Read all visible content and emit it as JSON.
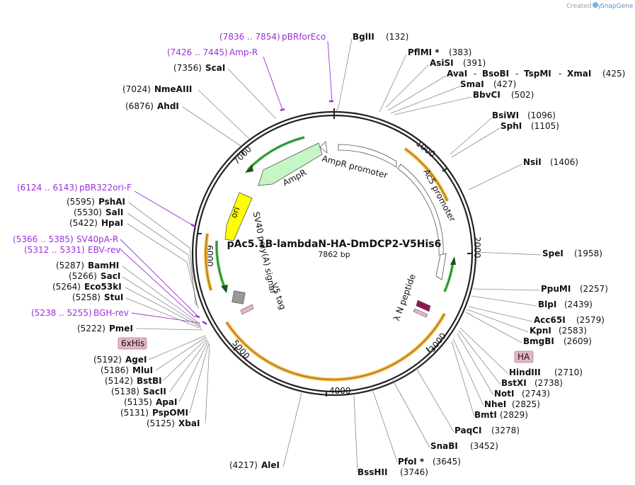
{
  "credit": {
    "text": "Created by",
    "brand": "SnapGene"
  },
  "plasmid": {
    "name": "pAc5.1B-lambdaN-HA-DmDCP2-V5His6",
    "length": "7862 bp"
  },
  "ticks": [
    "1000",
    "2000",
    "3000",
    "4000",
    "5000",
    "6000",
    "7000"
  ],
  "features": {
    "ampr": "AmpR",
    "ampr_promoter": "AmpR promoter",
    "ac5_promoter": "Ac5 promoter",
    "ori": "ori",
    "sv40": "SV40 poly(A) signal",
    "v5tag": "V5 tag",
    "lambdaN": "λ N peptide"
  },
  "badges": {
    "his": "6xHis",
    "ha": "HA"
  },
  "primers": [
    {
      "pos": "(7836 .. 7854)",
      "name": "pBRforEco"
    },
    {
      "pos": "(7426 .. 7445)",
      "name": "Amp-R"
    },
    {
      "pos": "(6124 .. 6143)",
      "name": "pBR322ori-F"
    },
    {
      "pos": "(5366 .. 5385)",
      "name": "SV40pA-R"
    },
    {
      "pos": "(5312 .. 5331)",
      "name": "EBV-rev"
    },
    {
      "pos": "(5238 .. 5255)",
      "name": "BGH-rev"
    }
  ],
  "right_sites": [
    {
      "name": "BglII",
      "pos": "(132)"
    },
    {
      "name": "PflMI *",
      "pos": "(383)"
    },
    {
      "name": "AsiSI",
      "pos": "(391)"
    },
    {
      "name": "AvaI",
      "pos": ""
    },
    {
      "name": "SmaI",
      "pos": "(427)"
    },
    {
      "name": "BbvCI",
      "pos": "(502)"
    },
    {
      "name": "BsiWI",
      "pos": "(1096)"
    },
    {
      "name": "SphI",
      "pos": "(1105)"
    },
    {
      "name": "NsiI",
      "pos": "(1406)"
    },
    {
      "name": "SpeI",
      "pos": "(1958)"
    },
    {
      "name": "PpuMI",
      "pos": "(2257)"
    },
    {
      "name": "BlpI",
      "pos": "(2439)"
    },
    {
      "name": "Acc65I",
      "pos": "(2579)"
    },
    {
      "name": "KpnI",
      "pos": "(2583)"
    },
    {
      "name": "BmgBI",
      "pos": "(2609)"
    },
    {
      "name": "HindIII",
      "pos": "(2710)"
    },
    {
      "name": "BstXI",
      "pos": "(2738)"
    },
    {
      "name": "NotI",
      "pos": "(2743)"
    },
    {
      "name": "NheI",
      "pos": "(2825)"
    },
    {
      "name": "BmtI",
      "pos": "(2829)"
    },
    {
      "name": "PaqCI",
      "pos": "(3278)"
    },
    {
      "name": "SnaBI",
      "pos": "(3452)"
    },
    {
      "name": "PfoI *",
      "pos": "(3645)"
    },
    {
      "name": "BssHII",
      "pos": "(3746)"
    }
  ],
  "ava_group": {
    "bsobi": "BsoBI",
    "tspmi": "TspMI",
    "xmai": "XmaI",
    "pos": "(425)",
    "dash": "-"
  },
  "left_sites": [
    {
      "name": "ScaI",
      "pos": "(7356)"
    },
    {
      "name": "NmeAIII",
      "pos": "(7024)"
    },
    {
      "name": "AhdI",
      "pos": "(6876)"
    },
    {
      "name": "PshAI",
      "pos": "(5595)"
    },
    {
      "name": "SalI",
      "pos": "(5530)"
    },
    {
      "name": "HpaI",
      "pos": "(5422)"
    },
    {
      "name": "BamHI",
      "pos": "(5287)"
    },
    {
      "name": "SacI",
      "pos": "(5266)"
    },
    {
      "name": "Eco53kI",
      "pos": "(5264)"
    },
    {
      "name": "StuI",
      "pos": "(5258)"
    },
    {
      "name": "PmeI",
      "pos": "(5222)"
    },
    {
      "name": "AgeI",
      "pos": "(5192)"
    },
    {
      "name": "MluI",
      "pos": "(5186)"
    },
    {
      "name": "BstBI",
      "pos": "(5142)"
    },
    {
      "name": "SacII",
      "pos": "(5138)"
    },
    {
      "name": "ApaI",
      "pos": "(5135)"
    },
    {
      "name": "PspOMI",
      "pos": "(5131)"
    },
    {
      "name": "XbaI",
      "pos": "(5125)"
    },
    {
      "name": "AleI",
      "pos": "(4217)"
    }
  ],
  "colors": {
    "primer": "#9b30d9",
    "ampr": "#c6f5c6",
    "ori": "#ffff00",
    "orf": "#f5b942",
    "badge": "#e3b5c5"
  }
}
